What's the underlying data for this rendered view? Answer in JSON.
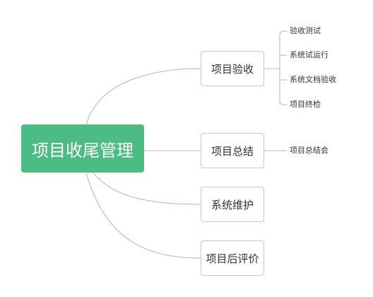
{
  "root": {
    "label": "项目收尾管理",
    "color": "#4cbc84"
  },
  "branches": [
    {
      "label": "项目验收",
      "children": [
        "验收测试",
        "系统试运行",
        "系统文档验收",
        "项目终检"
      ]
    },
    {
      "label": "项目总结",
      "children": [
        "项目总结会"
      ]
    },
    {
      "label": "系统维护",
      "children": []
    },
    {
      "label": "项目后评价",
      "children": []
    }
  ],
  "line_color": "#b5b5b5"
}
